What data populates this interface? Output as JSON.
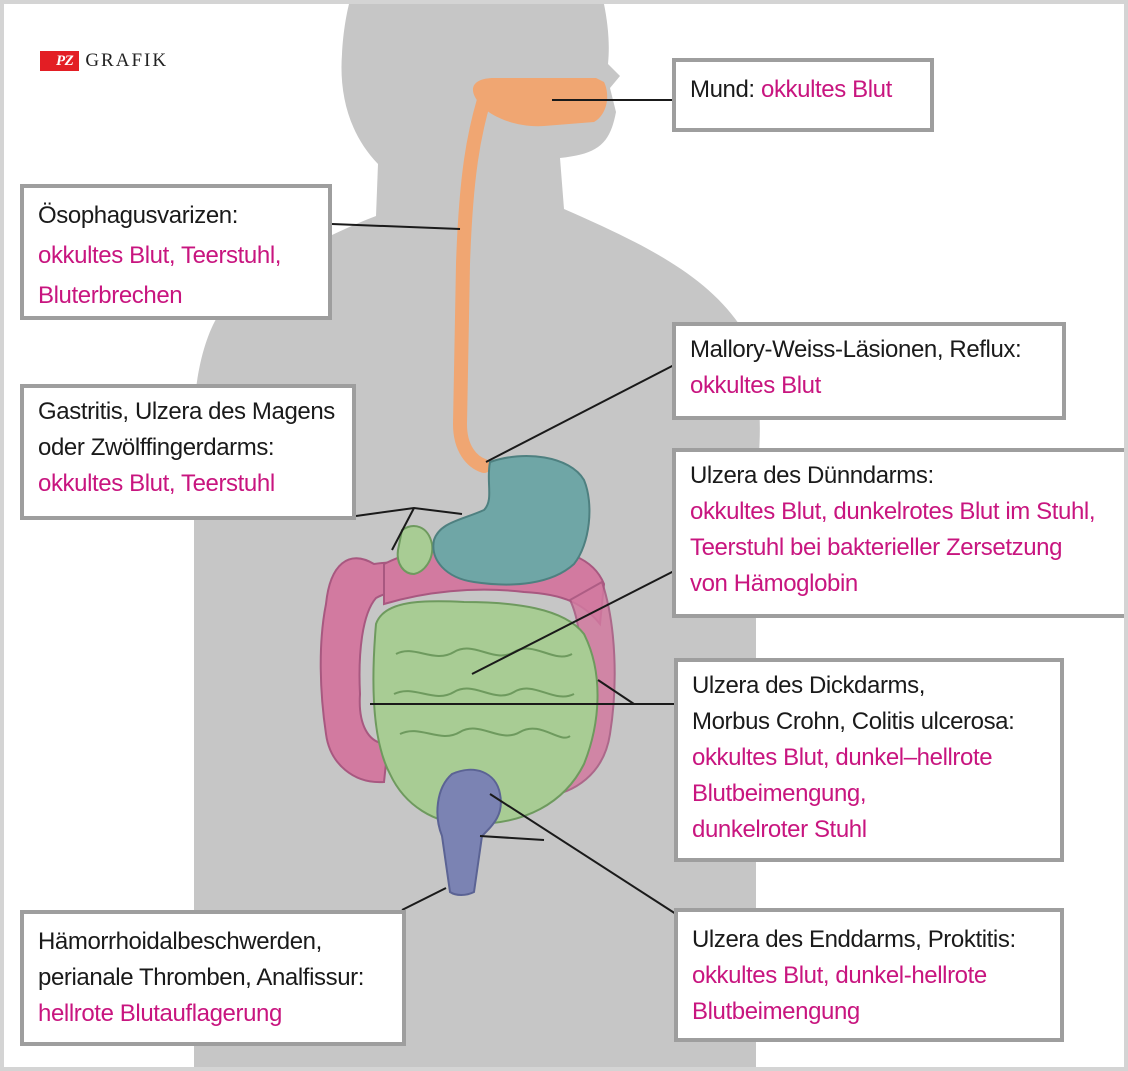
{
  "logo": {
    "badge": "PZ",
    "text": "GRAFIK"
  },
  "colors": {
    "silhouette": "#c6c6c6",
    "box_border": "#9e9e9e",
    "highlight": "#c8157f",
    "esophagus": "#f0a672",
    "stomach": "#6fa6a6",
    "small_intestine": "#a8cc94",
    "large_intestine": "#d27aa0",
    "rectum": "#7b83b3"
  },
  "callouts": {
    "mund": {
      "title": "Mund:",
      "highlight": "okkultes Blut"
    },
    "oesophagus": {
      "title": "Ösophagusvarizen:",
      "highlight_lines": [
        "okkultes Blut, Teerstuhl,",
        "Bluterbrechen"
      ]
    },
    "mallory": {
      "title": "Mallory-Weiss-Läsionen, Reflux:",
      "highlight_lines": [
        "okkultes Blut"
      ]
    },
    "gastritis": {
      "title_lines": [
        "Gastritis, Ulzera des Magens",
        "oder Zwölffingerdarms:"
      ],
      "highlight_lines": [
        "okkultes Blut, Teerstuhl"
      ]
    },
    "duenndarm": {
      "title": "Ulzera des Dünndarms:",
      "highlight_lines": [
        "okkultes Blut, dunkelrotes Blut im Stuhl,",
        "Teerstuhl bei bakterieller Zersetzung",
        "von Hämoglobin"
      ]
    },
    "dickdarm": {
      "title_lines": [
        "Ulzera des Dickdarms,",
        "Morbus Crohn, Colitis ulcerosa:"
      ],
      "highlight_lines": [
        "okkultes Blut, dunkel–hellrote",
        "Blutbeimengung,",
        "dunkelroter Stuhl"
      ]
    },
    "haemorrhoiden": {
      "title_lines": [
        "Hämorrhoidalbeschwerden,",
        "perianale Thromben, Analfissur:"
      ],
      "highlight_lines": [
        "hellrote Blutauflagerung"
      ]
    },
    "enddarm": {
      "title": "Ulzera des Enddarms, Proktitis:",
      "highlight_lines": [
        "okkultes Blut, dunkel-hellrote",
        "Blutbeimengung"
      ]
    }
  }
}
